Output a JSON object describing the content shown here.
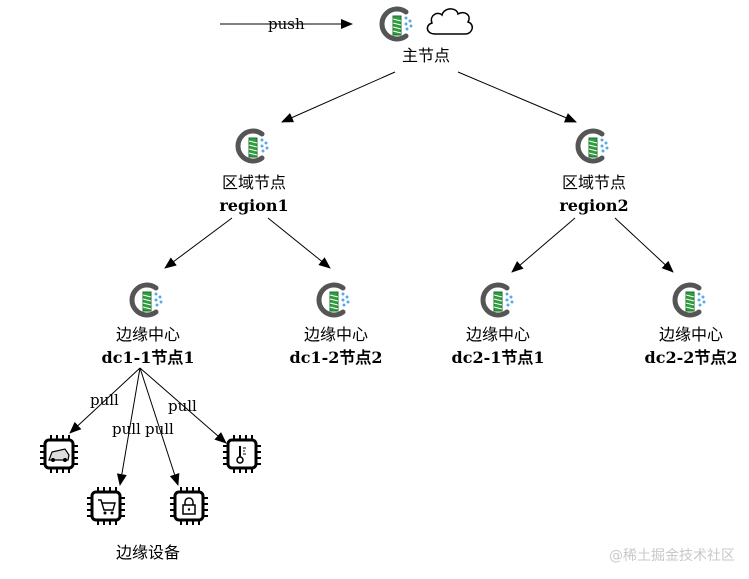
{
  "diagram": {
    "push_label": "push",
    "pull_label": "pull",
    "master": {
      "title": "主节点"
    },
    "regions": [
      {
        "title": "区域节点",
        "subtitle": "region1"
      },
      {
        "title": "区域节点",
        "subtitle": "region2"
      }
    ],
    "edge_centers": [
      {
        "title": "边缘中心",
        "subtitle": "dc1-1节点1"
      },
      {
        "title": "边缘中心",
        "subtitle": "dc1-2节点2"
      },
      {
        "title": "边缘中心",
        "subtitle": "dc2-1节点1"
      },
      {
        "title": "边缘中心",
        "subtitle": "dc2-2节点2"
      }
    ],
    "devices_label": "边缘设备",
    "device_icons": [
      "car-chip-icon",
      "cart-chip-icon",
      "lock-chip-icon",
      "thermometer-chip-icon"
    ],
    "node_icon": "kubeedge-node-icon",
    "cloud_icon": "cloud-icon"
  },
  "watermark": "@稀土掘金技术社区"
}
